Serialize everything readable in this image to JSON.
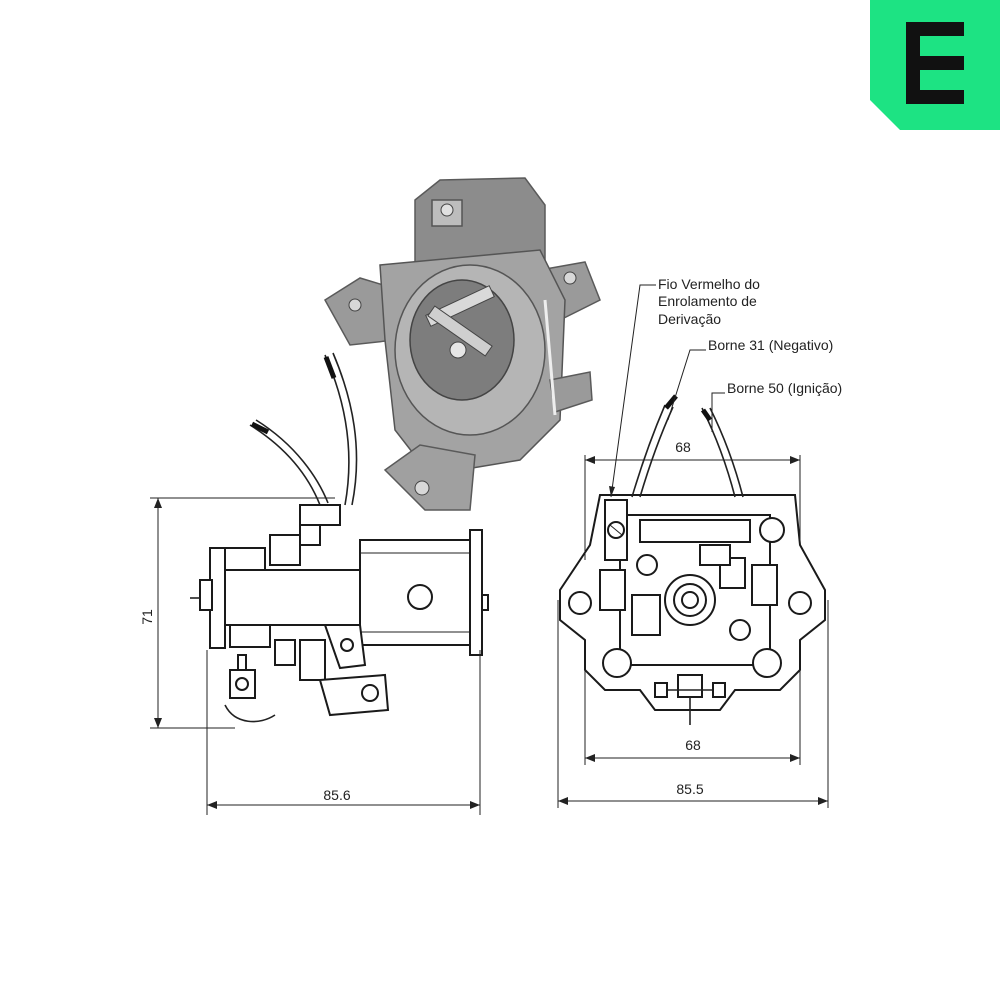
{
  "brand": {
    "logo_letter": "E",
    "badge_color": "#1de383",
    "logo_color": "#111111"
  },
  "product_photo": {
    "icon": "solenoid-switch-photo",
    "tone_color": "#8a8a8a"
  },
  "side_view": {
    "dimension_height": "71",
    "dimension_length": "85.6"
  },
  "front_view": {
    "labels": {
      "red_wire_line1": "Fio Vermelho do",
      "red_wire_line2": "Enrolamento de",
      "red_wire_line3": "Derivação",
      "terminal_31": "Borne 31 (Negativo)",
      "terminal_50": "Borne 50 (Ignição)"
    },
    "dimension_top_width": "68",
    "dimension_bottom_width": "68",
    "dimension_overall_width": "85.5"
  }
}
